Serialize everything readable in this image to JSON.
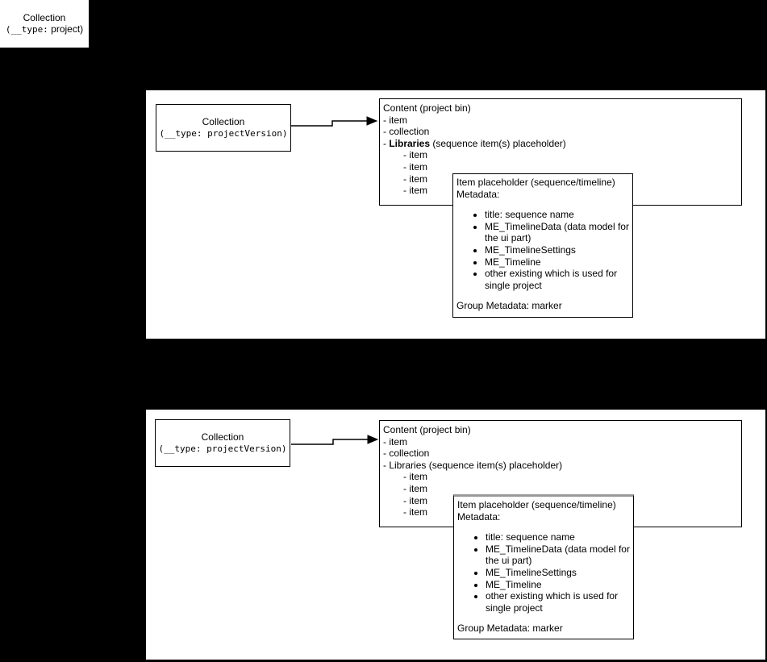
{
  "colors": {
    "background": "#000000",
    "panel_background": "#ffffff",
    "box_border": "#000000",
    "text": "#000000",
    "item_box_gray_top_border": "#999999"
  },
  "root_box": {
    "title": "Collection",
    "type_mono": "(__type:",
    "type_rest": " project)"
  },
  "panels": [
    {
      "collection_box": {
        "title": "Collection",
        "type_line": "(__type: projectVersion)"
      },
      "arrow_icon": "right-elbow-arrow",
      "content_box": {
        "title": "Content (project bin)",
        "item_line": "- item",
        "collection_line": "- collection",
        "libraries_dash": "- ",
        "libraries_label": "Libraries",
        "libraries_rest": " (sequence item(s) placeholder)",
        "libraries_bold": true,
        "sub_items": [
          "- item",
          "- item",
          "- item",
          "- item"
        ]
      },
      "item_box": {
        "title": "Item placeholder (sequence/timeline)",
        "subtitle": "Metadata:",
        "bullets": [
          "title: sequence name",
          "ME_TimelineData (data model for the ui part)",
          "ME_TimelineSettings",
          "ME_Timeline",
          "other existing which is used for single project"
        ],
        "footer": "Group Metadata: marker",
        "gray_top": false
      }
    },
    {
      "collection_box": {
        "title": "Collection",
        "type_line": "(__type: projectVersion)"
      },
      "arrow_icon": "right-elbow-arrow",
      "content_box": {
        "title": "Content (project bin)",
        "item_line": "- item",
        "collection_line": "- collection",
        "libraries_dash": "- ",
        "libraries_label": "Libraries",
        "libraries_rest": " (sequence item(s) placeholder)",
        "libraries_bold": false,
        "sub_items": [
          "- item",
          "- item",
          "- item",
          "- item"
        ]
      },
      "item_box": {
        "title": "Item placeholder (sequence/timeline)",
        "subtitle": "Metadata:",
        "bullets": [
          "title: sequence name",
          "ME_TimelineData (data model for the ui part)",
          "ME_TimelineSettings",
          "ME_Timeline",
          "other existing which is used for single project"
        ],
        "footer": "Group Metadata: marker",
        "gray_top": true
      }
    }
  ]
}
